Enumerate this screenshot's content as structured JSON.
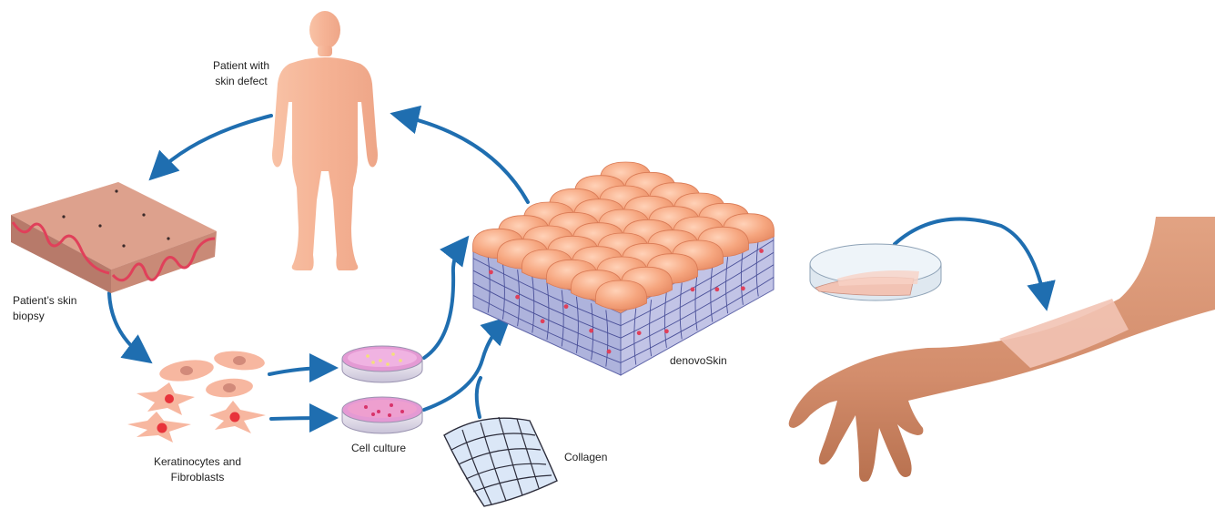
{
  "labels": {
    "patient_line1": "Patient with",
    "patient_line2": "skin defect",
    "biopsy_line1": "Patient’s skin",
    "biopsy_line2": "biopsy",
    "cells_line1": "Keratinocytes and",
    "cells_line2": "Fibroblasts",
    "culture": "Cell culture",
    "collagen": "Collagen",
    "product": "denovoSkin"
  },
  "colors": {
    "arrow": "#1f6eb0",
    "body": "#f5b79a",
    "skin_top": "#f2a37f",
    "dermis": "#d2998a",
    "vessel": "#e0405a",
    "cell": "#f7b7a0",
    "nucleus_red": "#e8333b",
    "dish_medium": "#e49ad4",
    "mesh_side": "#6f77bf",
    "collagen_fill": "#dbe7f7",
    "forearm": "#d99573",
    "graft": "#f2c3b4"
  },
  "icons": [
    "human-body-icon",
    "skin-biopsy-icon",
    "cell-icon",
    "petri-dish-icon",
    "collagen-mesh-icon",
    "skin-substitute-icon",
    "arm-icon"
  ]
}
